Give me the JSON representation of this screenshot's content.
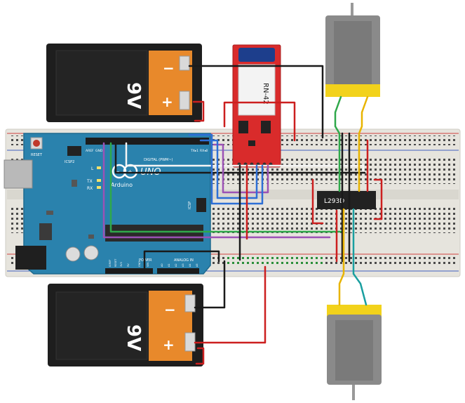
{
  "battery_top": {
    "voltage": "9V",
    "minus": "−",
    "plus": "+"
  },
  "battery_bottom": {
    "voltage": "9V",
    "minus": "−",
    "plus": "+"
  },
  "arduino": {
    "reset": "RESET",
    "icsp2": "ICSP2",
    "icsp": "ICSP",
    "aref": "AREF",
    "gnd": "GND",
    "digital": "DIGITAL (PWM~)",
    "tx": "TX",
    "rx": "RX",
    "l": "L",
    "uno": "UNO",
    "brand": "Arduino",
    "power": "POWER",
    "analog_in": "ANALOG IN",
    "ioref": "IOREF",
    "reset2": "RESET",
    "v33": "3V3",
    "v5": "5V",
    "gnd2": "GND",
    "vin": "VIN",
    "a0": "A0",
    "a1": "A1",
    "a2": "A2",
    "a3": "A3",
    "a4": "A4",
    "a5": "A5",
    "tx1": "TX▸1",
    "rx0": "RX◂0"
  },
  "bluetooth": {
    "label": "RN-42"
  },
  "driver": {
    "label": "L293D"
  },
  "colors": {
    "breadboard": "#e8e6df",
    "arduino": "#2a7fa8",
    "bt_board": "#d92b2b",
    "motor_body": "#8a8a8a",
    "motor_cap": "#f2d21b",
    "wire_red": "#cc1f1f",
    "wire_black": "#1a1a1a",
    "wire_yellow": "#e8b400",
    "wire_green": "#2fa84a",
    "wire_blue": "#2d6fd6",
    "wire_purple": "#9b52b5",
    "wire_white": "#f5f5f5",
    "wire_teal": "#1a9fa0"
  }
}
